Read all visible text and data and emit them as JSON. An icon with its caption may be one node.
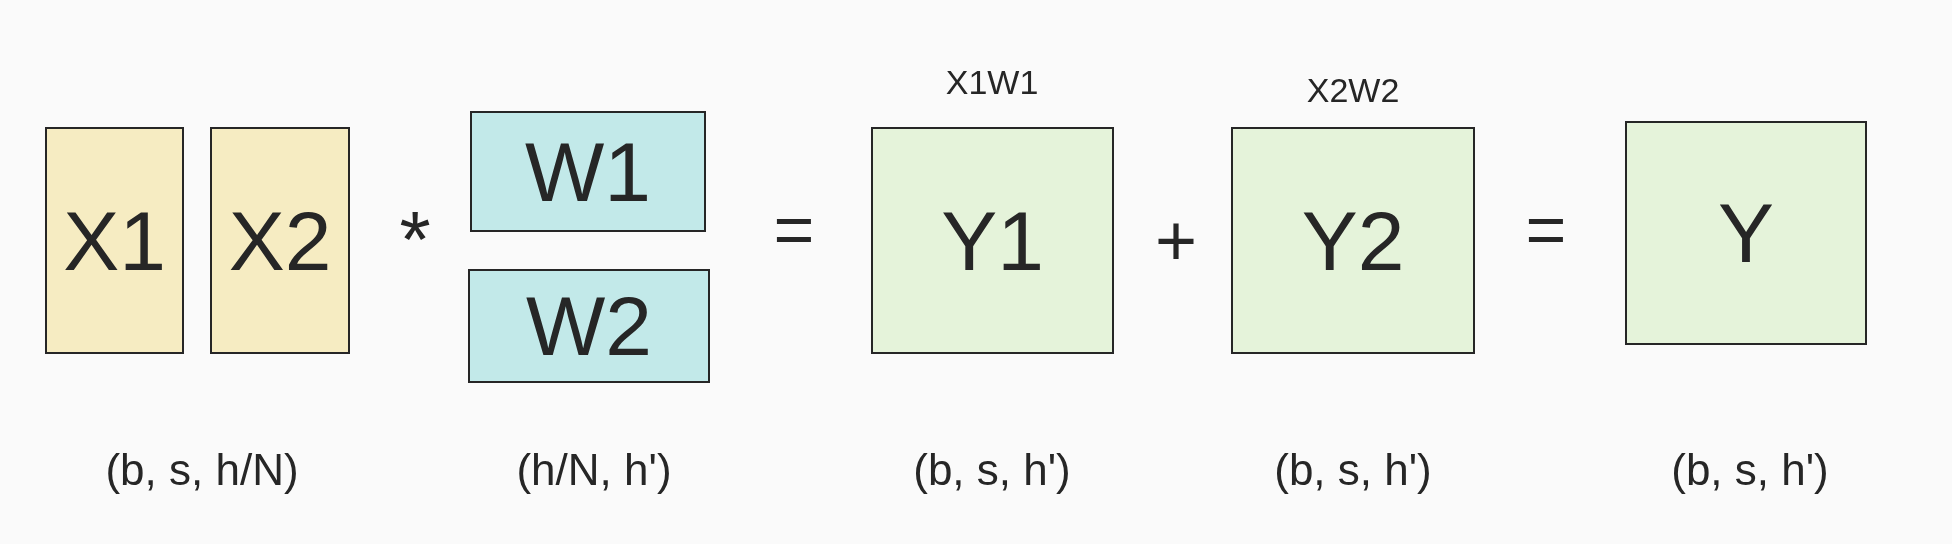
{
  "diagram": {
    "nodes": [
      {
        "text": [
          "X1"
        ]
      },
      {
        "text": [
          "X2"
        ]
      },
      {
        "text": [
          "W1"
        ]
      },
      {
        "text": [
          "W2"
        ]
      },
      {
        "text": [
          "Y1"
        ],
        "beside": [
          "X1W1"
        ]
      },
      {
        "text": [
          "Y2"
        ],
        "beside": [
          "X2W2"
        ]
      },
      {
        "text": [
          "Y"
        ]
      }
    ],
    "labels": [
      "*",
      "=",
      "+",
      "=",
      "(b, s, h/N)",
      "(h/N, h')",
      "(b, s, h')",
      "(b, s, h')",
      "(b, s, h')"
    ]
  }
}
